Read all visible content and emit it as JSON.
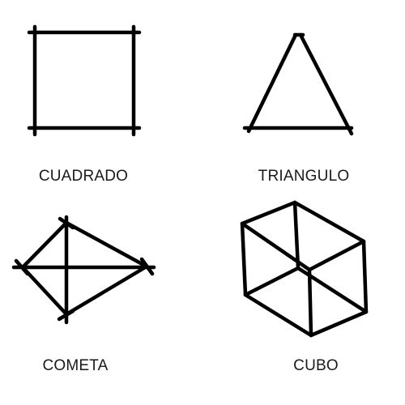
{
  "figures": [
    {
      "id": "square",
      "label": "CUADRADO",
      "icon": "square-icon"
    },
    {
      "id": "triangle",
      "label": "TRIANGULO",
      "icon": "triangle-icon"
    },
    {
      "id": "kite",
      "label": "COMETA",
      "icon": "kite-icon"
    },
    {
      "id": "cube",
      "label": "CUBO",
      "icon": "cube-icon"
    }
  ],
  "colors": {
    "stroke": "#000000",
    "text": "#1a1a1a",
    "background": "#ffffff"
  }
}
